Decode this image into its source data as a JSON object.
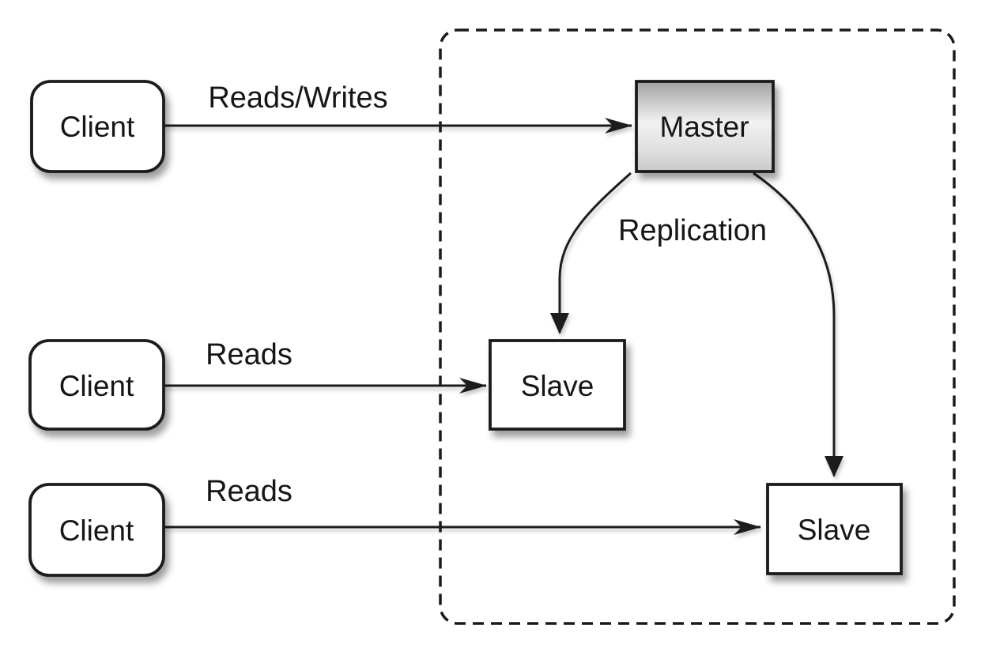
{
  "colors": {
    "background": "#ffffff",
    "stroke": "#1a1a1a",
    "box_fill": "#ffffff",
    "master_gradient_top": "#a2a2a2",
    "master_gradient_light": "#f1f1f1",
    "master_gradient_bottom": "#c9c9c9",
    "text": "#161616"
  },
  "boundary": {
    "name": "replication-cluster"
  },
  "nodes": {
    "client1": {
      "label": "Client"
    },
    "client2": {
      "label": "Client"
    },
    "client3": {
      "label": "Client"
    },
    "master": {
      "label": "Master"
    },
    "slave1": {
      "label": "Slave"
    },
    "slave2": {
      "label": "Slave"
    }
  },
  "edges": {
    "reads_writes": {
      "label": "Reads/Writes",
      "from": "client1",
      "to": "master"
    },
    "reads_mid": {
      "label": "Reads",
      "from": "client2",
      "to": "slave1"
    },
    "reads_bottom": {
      "label": "Reads",
      "from": "client3",
      "to": "slave2"
    },
    "replication": {
      "label": "Replication",
      "from": "master",
      "to": "slave1 / slave2"
    }
  }
}
